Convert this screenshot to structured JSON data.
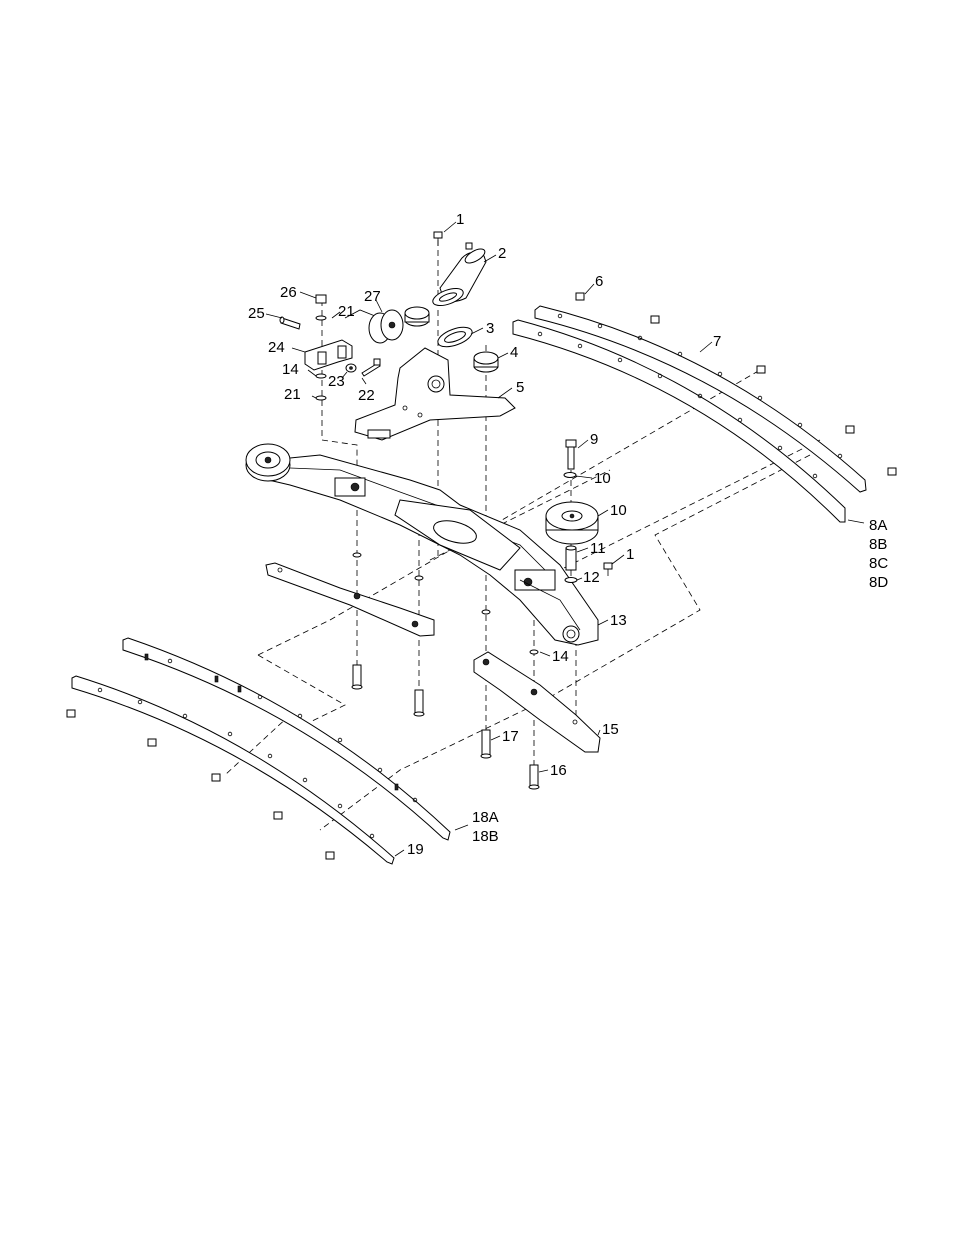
{
  "callouts": [
    {
      "id": "c1",
      "text": "1"
    },
    {
      "id": "c2",
      "text": "2"
    },
    {
      "id": "c3",
      "text": "3"
    },
    {
      "id": "c4",
      "text": "4"
    },
    {
      "id": "c5",
      "text": "5"
    },
    {
      "id": "c6",
      "text": "6"
    },
    {
      "id": "c7",
      "text": "7"
    },
    {
      "id": "c8a",
      "text": "8A"
    },
    {
      "id": "c8b",
      "text": "8B"
    },
    {
      "id": "c8c",
      "text": "8C"
    },
    {
      "id": "c8d",
      "text": "8D"
    },
    {
      "id": "c9",
      "text": "9"
    },
    {
      "id": "c10a",
      "text": "10"
    },
    {
      "id": "c10b",
      "text": "10"
    },
    {
      "id": "c11",
      "text": "11"
    },
    {
      "id": "c12",
      "text": "12"
    },
    {
      "id": "c1b",
      "text": "1"
    },
    {
      "id": "c13",
      "text": "13"
    },
    {
      "id": "c14a",
      "text": "14"
    },
    {
      "id": "c14b",
      "text": "14"
    },
    {
      "id": "c15",
      "text": "15"
    },
    {
      "id": "c16",
      "text": "16"
    },
    {
      "id": "c17",
      "text": "17"
    },
    {
      "id": "c18a",
      "text": "18A"
    },
    {
      "id": "c18b",
      "text": "18B"
    },
    {
      "id": "c19",
      "text": "19"
    },
    {
      "id": "c21a",
      "text": "21"
    },
    {
      "id": "c21b",
      "text": "21"
    },
    {
      "id": "c22",
      "text": "22"
    },
    {
      "id": "c23",
      "text": "23"
    },
    {
      "id": "c24",
      "text": "24"
    },
    {
      "id": "c25",
      "text": "25"
    },
    {
      "id": "c26",
      "text": "26"
    },
    {
      "id": "c27",
      "text": "27"
    }
  ]
}
